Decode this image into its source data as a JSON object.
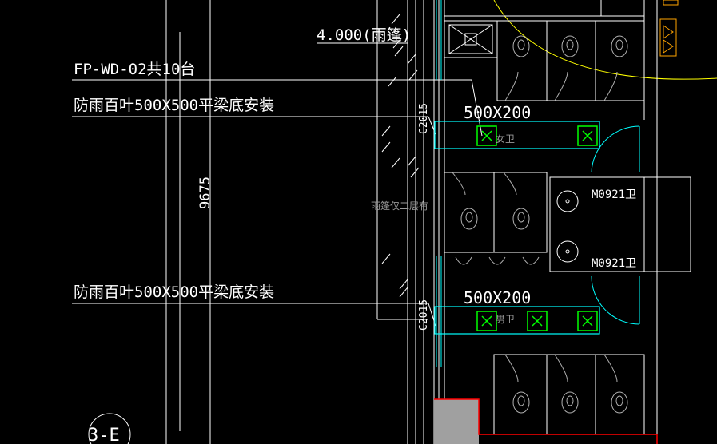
{
  "annotations": {
    "elevation": "4.000(雨篷)",
    "fan_spec": "FP-WD-02共10台",
    "louver_upper": "防雨百叶500X500平梁底安装",
    "louver_lower": "防雨百叶500X500平梁底安装",
    "dimension_9675": "9675",
    "duct_upper": "500X200",
    "duct_lower": "500X200",
    "window_upper": "C2015",
    "window_lower": "C2015",
    "door_upper": "M0921卫",
    "door_lower": "M0921卫",
    "canopy_note": "雨篷仅二层有",
    "axis_label": "3-E",
    "room_tag_upper": "女卫",
    "room_tag_lower": "男卫"
  },
  "colors": {
    "background": "#000000",
    "wall": "#ffffff",
    "duct": "#00ffff",
    "fan": "#00ff00",
    "fixture": "#b0b0b0",
    "door": "#00ffff",
    "arc": "#ffff00",
    "column": "#a0a0a0",
    "column_border": "#ff0000",
    "equipment": "#ffa500"
  }
}
